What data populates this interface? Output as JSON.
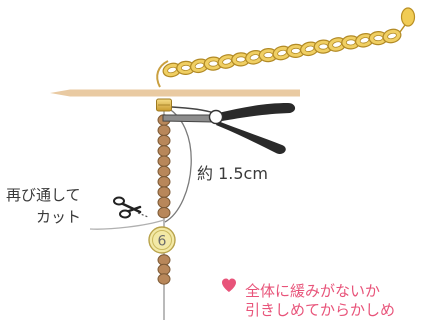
{
  "measure": {
    "text": "約 1.5cm"
  },
  "recut": {
    "line1": "再び通して",
    "line2": "カット"
  },
  "step_number": "6",
  "note": {
    "line1": "全体に緩みがないか",
    "line2": "引きしめてからかしめ"
  },
  "colors": {
    "chain_gold": "#e8c45a",
    "bead_bronze": "#b8875a",
    "note_pink": "#e8547a",
    "plier_handle": "#2a2a2a",
    "needle": "#e9caa2"
  }
}
